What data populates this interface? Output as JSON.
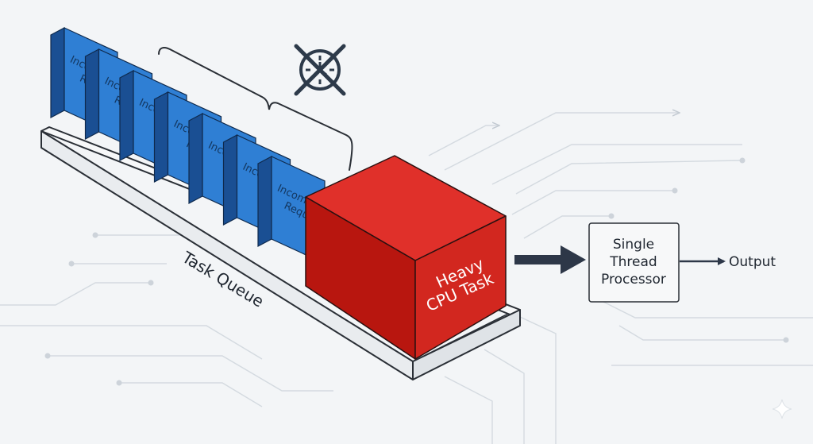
{
  "colors": {
    "background": "#f3f5f7",
    "circuit": "#d4dae0",
    "request_front": "#2f7fd4",
    "request_side": "#1a4f93",
    "request_top": "#4b97e4",
    "request_text": "#13365f",
    "task_front": "#d2271f",
    "task_side": "#a8130f",
    "task_top": "#e0302a",
    "task_text": "#ffffff",
    "tray": "#e9ecef",
    "outline": "#2a2f36",
    "processor_fill": "#f7f8f9",
    "arrow": "#2d3748"
  },
  "icons": {
    "blocked": "blocked-clock-icon",
    "sparkle": "sparkle-icon"
  },
  "requests": [
    {
      "line1": "Incoming",
      "line2": "Requ"
    },
    {
      "line1": "Incoming",
      "line2": "Requ"
    },
    {
      "line1": "Incoming",
      "line2": "Re"
    },
    {
      "line1": "Incoming",
      "line2": "Req"
    },
    {
      "line1": "Incoming",
      "line2": "Re"
    },
    {
      "line1": "Incoming",
      "line2": "Re"
    },
    {
      "line1": "Incoming",
      "line2": "Reque"
    }
  ],
  "queue_label": "Task Queue",
  "task": {
    "line1": "Heavy",
    "line2": "CPU Task"
  },
  "processor": {
    "line1": "Single",
    "line2": "Thread",
    "line3": "Processor"
  },
  "output_label": "Output"
}
